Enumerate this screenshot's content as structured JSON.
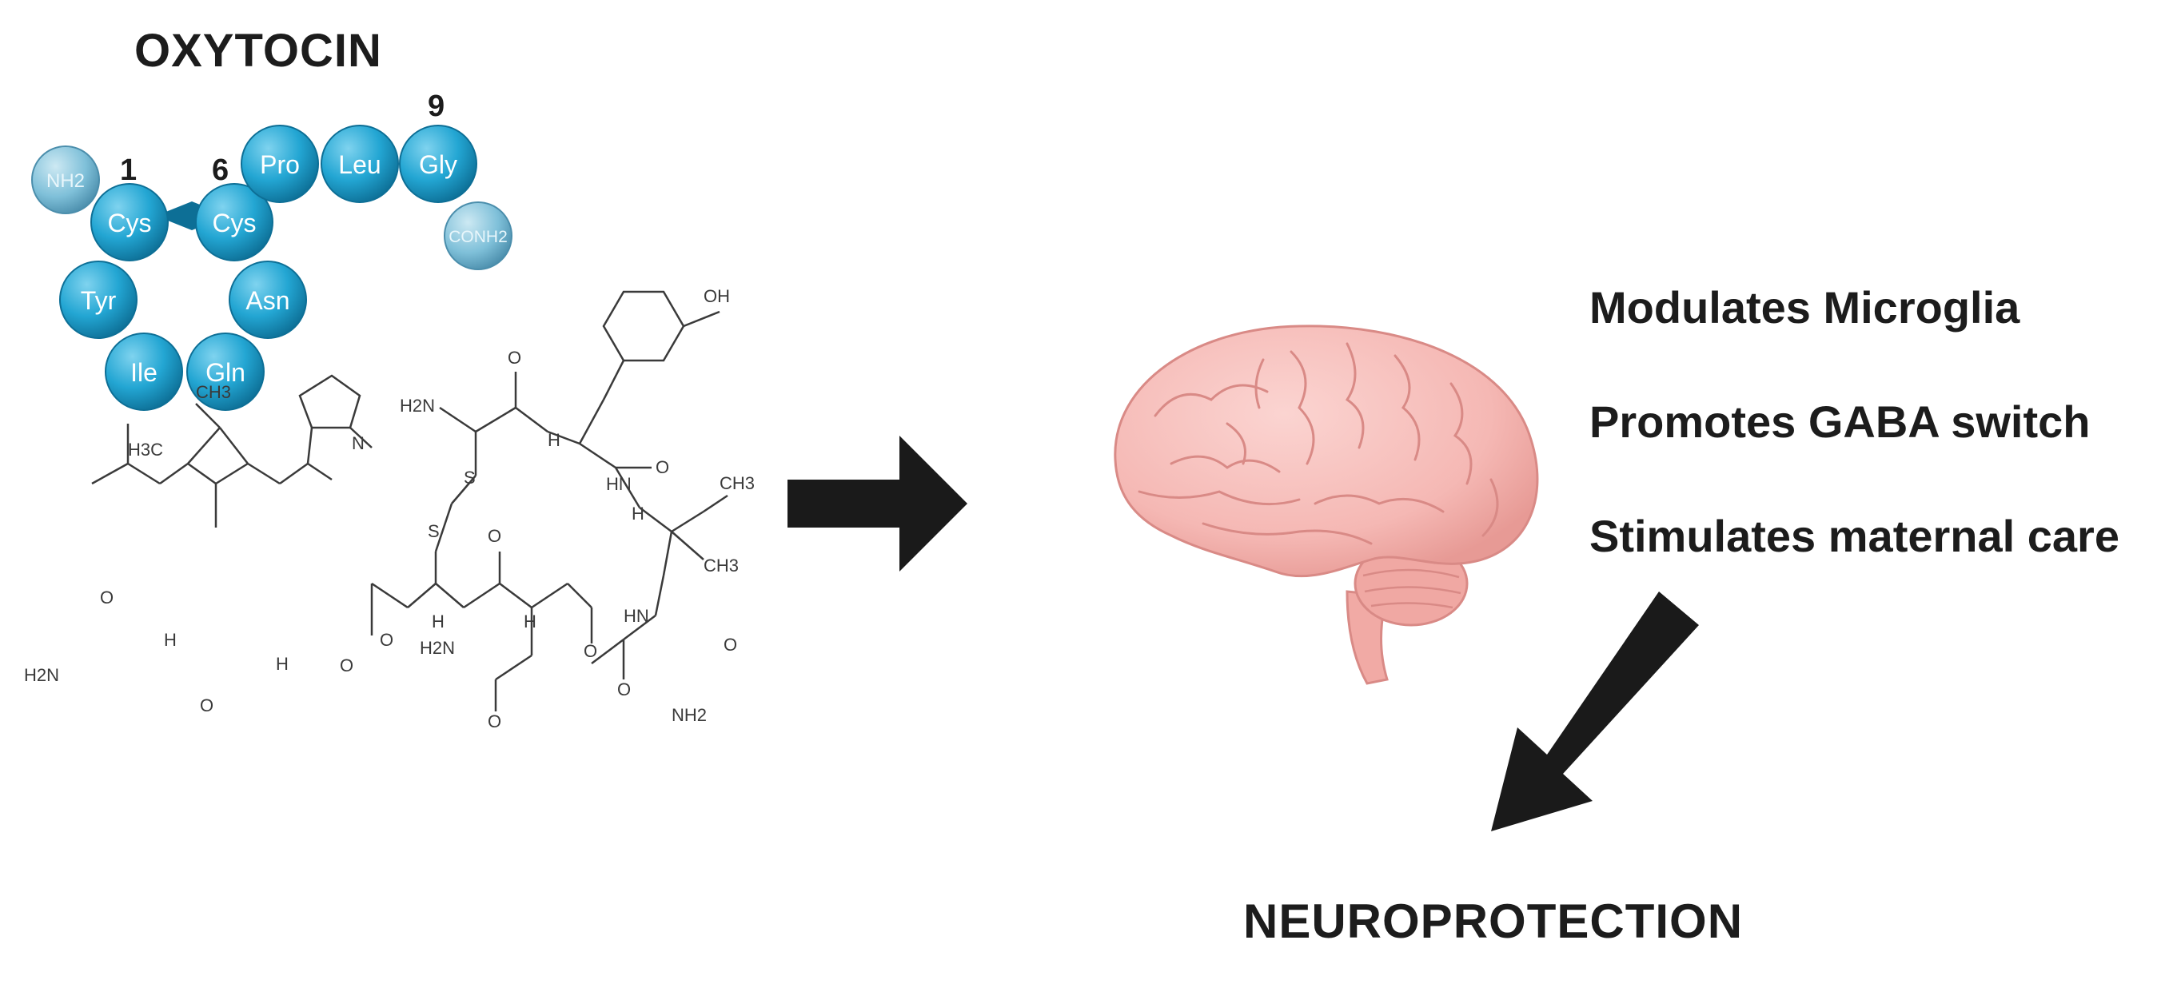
{
  "title": "OXYTOCIN",
  "peptide": {
    "residues": [
      {
        "key": "nh2",
        "label": "NH2"
      },
      {
        "key": "cys1",
        "label": "Cys"
      },
      {
        "key": "tyr",
        "label": "Tyr"
      },
      {
        "key": "ile",
        "label": "Ile"
      },
      {
        "key": "gln",
        "label": "Gln"
      },
      {
        "key": "asn",
        "label": "Asn"
      },
      {
        "key": "cys6",
        "label": "Cys"
      },
      {
        "key": "pro",
        "label": "Pro"
      },
      {
        "key": "leu",
        "label": "Leu"
      },
      {
        "key": "gly",
        "label": "Gly"
      },
      {
        "key": "conh2",
        "label": "CONH2"
      }
    ],
    "position_labels": [
      "1",
      "6",
      "9"
    ]
  },
  "structure_labels": {
    "oh": "OH",
    "h2n_top": "H2N",
    "h_top": "H",
    "hn_1": "HN",
    "ch3_1": "CH3",
    "ch3_2": "CH3",
    "hn_2": "HN",
    "s1": "S",
    "s2": "S",
    "ch3_3": "CH3",
    "h3c": "H3C",
    "n_pro": "N",
    "h_n1": "H",
    "h_n2": "H",
    "h_n3": "H",
    "h2n_left": "H2N",
    "h_n4": "H",
    "h_n5": "H",
    "h2n_mid": "H2N",
    "nh2_bottom": "NH2",
    "o1": "O",
    "o2": "O",
    "o3": "O",
    "o4": "O",
    "o5": "O",
    "o6": "O",
    "o7": "O",
    "o8": "O",
    "o9": "O",
    "o10": "O",
    "o11": "O"
  },
  "effects": [
    "Modulates Microglia",
    "Promotes GABA switch",
    "Stimulates maternal care"
  ],
  "outcome": "NEUROPROTECTION",
  "colors": {
    "residue_fill": "#23a6d3",
    "residue_end_fill": "#7fc0d9",
    "brain_fill": "#f5b8b4",
    "brain_line": "#d98a86",
    "arrow": "#1a1a1a",
    "text": "#1c1c1c"
  }
}
